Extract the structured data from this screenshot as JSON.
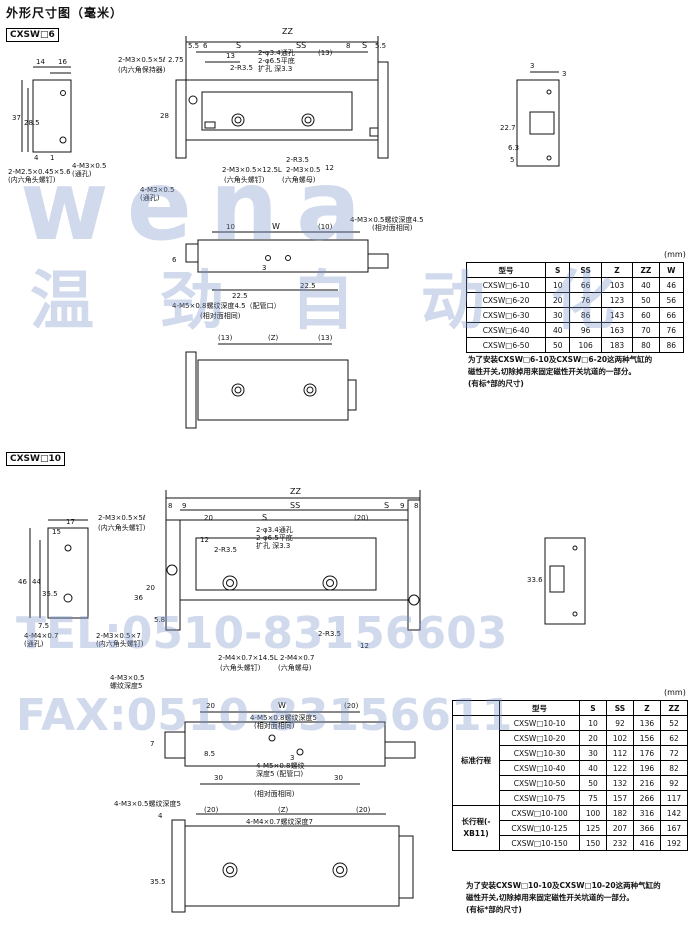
{
  "page_title": "外形尺寸图（毫米）",
  "section1": {
    "tag": "CXSW□6",
    "unit": "(mm)",
    "labels": {
      "zz": "ZZ",
      "s1": "S",
      "ss": "SS",
      "s2": "S",
      "d55a": "5.5",
      "d6a": "6",
      "d13": "13",
      "d8": "8",
      "d55b": "5.5",
      "d14": "14",
      "d16": "16",
      "d37": "37",
      "d285": "28.5",
      "d4": "4",
      "d1": "1",
      "m3_top": "2-M3×0.5×5ℓ",
      "m3_top2": "(内六角保持器)",
      "d275": "2.75",
      "hole34": "2-φ3.4通孔",
      "hole65": "2-φ6.5平底",
      "hole65b": "扩孔 深3.3",
      "r35a": "2-R3.5",
      "paren13": "(13)",
      "m25": "2-M2.5×0.45×5.6",
      "m25b": "(内六角头螺钉)",
      "m3thr": "4-M3×0.5",
      "m3thrb": "(通孔)",
      "h28": "28",
      "m3x125": "2-M3×0.5×12.5L",
      "m3x05": "2-M3×0.5",
      "hexbolt": "(六角头螺钉)",
      "hexnut": "(六角螺母)",
      "m3thr2": "4-M3×0.5",
      "m3thr2b": "(通孔)",
      "r35b": "2-R3.5",
      "d12": "12",
      "d10": "10",
      "w": "W",
      "paren10": "(10)",
      "m3deep": "4-M3×0.5螺纹深度4.5",
      "m3deepb": "(相对面相同)",
      "d225a": "22.5",
      "d225b": "22.5",
      "d6b": "6",
      "d3": "3",
      "m5deep": "4-M5×0.8螺纹深度4.5（配管口）",
      "m5deepb": "(相对面相同)",
      "p13a": "(13)",
      "pz": "(Z)",
      "p13b": "(13)",
      "side3a": "3",
      "side3b": "3",
      "side227": "22.7",
      "side63": "6.3",
      "side5": "5"
    },
    "table": {
      "headers": [
        "型号",
        "S",
        "SS",
        "Z",
        "ZZ",
        "W"
      ],
      "rows": [
        [
          "CXSW□6-10",
          "10",
          "66",
          "103",
          "40",
          "46"
        ],
        [
          "CXSW□6-20",
          "20",
          "76",
          "123",
          "50",
          "56"
        ],
        [
          "CXSW□6-30",
          "30",
          "86",
          "143",
          "60",
          "66"
        ],
        [
          "CXSW□6-40",
          "40",
          "96",
          "163",
          "70",
          "76"
        ],
        [
          "CXSW□6-50",
          "50",
          "106",
          "183",
          "80",
          "86"
        ]
      ]
    },
    "note1": "为了安装CXSW□6-10及CXSW□6-20这两种气缸的",
    "note2": "磁性开关,切除掉用来固定磁性开关坑道的一部分。",
    "note3": "(有标*部的尺寸)"
  },
  "section2": {
    "tag": "CXSW□10",
    "unit": "(mm)",
    "labels": {
      "zz": "ZZ",
      "ss": "SS",
      "s1": "S",
      "s2": "S",
      "d8a": "8",
      "d9a": "9",
      "d9b": "9",
      "d8b": "8",
      "d20": "20",
      "p20": "(20)",
      "d17": "17",
      "d15": "15",
      "m3top": "2-M3×0.5×5ℓ",
      "m3topb": "(内六角头螺钉)",
      "d12": "12",
      "r35a": "2-R3.5",
      "hole34": "2-φ3.4通孔",
      "hole65": "2-φ6.5平底",
      "hole65b": "扩孔 深3.3",
      "d46": "46",
      "d44": "44",
      "d355": "35.5",
      "h36": "36",
      "h20": "20",
      "d75": "7.5",
      "d58": "5.8",
      "m4thr": "4-M4×0.7",
      "m4thrb": "(通孔)",
      "m3x7": "2-M3×0.5×7",
      "m3x7b": "(内六角头螺钉)",
      "r35b": "2-R3.5",
      "d12b": "12",
      "m4x145": "2-M4×0.7×14.5L",
      "m4x07": "2-M4×0.7",
      "hexbolt": "(六角头螺钉)",
      "hexnut": "(六角螺母)",
      "m3deep5": "4-M3×0.5",
      "m3deep5b": "螺纹深度5",
      "side336": "33.6",
      "f20": "20",
      "fw": "W",
      "fp20": "(20)",
      "m5a": "4-M5×0.8螺纹深度5",
      "m5ab": "(相对面相同)",
      "d7": "7",
      "d85": "8.5",
      "d3": "3",
      "d30a": "30",
      "d30b": "30",
      "m5b": "4-M5×0.8螺纹",
      "m5bb": "深度5 (配管口)",
      "m5bc": "(相对面相同)",
      "bm3": "4-M3×0.5螺纹深度5",
      "b4": "4",
      "bp20a": "(20)",
      "bz": "(Z)",
      "bp20b": "(20)",
      "bm4": "4-M4×0.7螺纹深度7",
      "b355": "35.5"
    },
    "table": {
      "headers": [
        "型号",
        "S",
        "SS",
        "Z",
        "ZZ"
      ],
      "group1": "标准行程",
      "group2": "长行程(-XB11)",
      "rows": [
        [
          "CXSW□10-10",
          "10",
          "92",
          "136",
          "52"
        ],
        [
          "CXSW□10-20",
          "20",
          "102",
          "156",
          "62"
        ],
        [
          "CXSW□10-30",
          "30",
          "112",
          "176",
          "72"
        ],
        [
          "CXSW□10-40",
          "40",
          "122",
          "196",
          "82"
        ],
        [
          "CXSW□10-50",
          "50",
          "132",
          "216",
          "92"
        ],
        [
          "CXSW□10-75",
          "75",
          "157",
          "266",
          "117"
        ],
        [
          "CXSW□10-100",
          "100",
          "182",
          "316",
          "142"
        ],
        [
          "CXSW□10-125",
          "125",
          "207",
          "366",
          "167"
        ],
        [
          "CXSW□10-150",
          "150",
          "232",
          "416",
          "192"
        ]
      ]
    },
    "note1": "为了安装CXSW□10-10及CXSW□10-20这两种气缸的",
    "note2": "磁性开关,切除掉用来固定磁性开关坑道的一部分。",
    "note3": "(有标*部的尺寸)"
  },
  "watermark": {
    "line1": "wena",
    "line2": "温 劲 自 动 化",
    "tel": "TEL:0510-83156603",
    "fax": "FAX:0510-83156611"
  },
  "colors": {
    "line": "#111111",
    "watermark": "#7896c8"
  }
}
